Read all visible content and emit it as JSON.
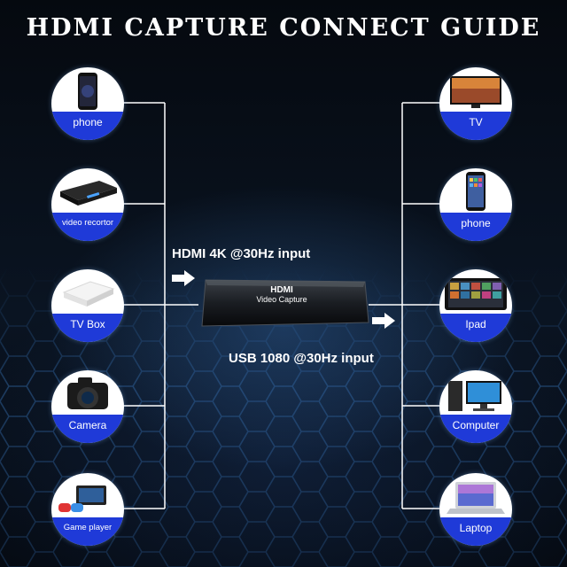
{
  "title": "HDMI CAPTURE CONNECT GUIDE",
  "input_label": "HDMI 4K @30Hz input",
  "output_label": "USB 1080 @30Hz input",
  "device": {
    "line1": "HDMI",
    "line2": "Video Capture"
  },
  "sources": [
    {
      "label": "phone",
      "icon": "smartphone-icon"
    },
    {
      "label": "video recortor",
      "icon": "dvd-player-icon"
    },
    {
      "label": "TV Box",
      "icon": "tv-box-icon"
    },
    {
      "label": "Camera",
      "icon": "camera-icon"
    },
    {
      "label": "Game player",
      "icon": "game-console-icon"
    }
  ],
  "outputs": [
    {
      "label": "TV",
      "icon": "tv-icon"
    },
    {
      "label": "phone",
      "icon": "smartphone-icon"
    },
    {
      "label": "Ipad",
      "icon": "tablet-icon"
    },
    {
      "label": "Computer",
      "icon": "desktop-computer-icon"
    },
    {
      "label": "Laptop",
      "icon": "laptop-icon"
    }
  ],
  "colors": {
    "label_bg": "#1f3ad8",
    "line": "#ffffff",
    "background": "#03070d"
  }
}
